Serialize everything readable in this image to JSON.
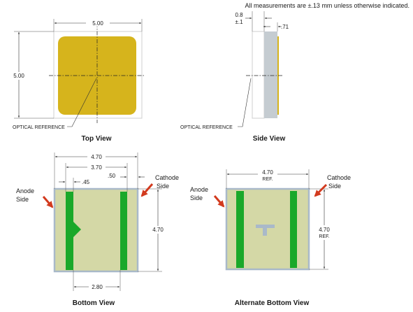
{
  "note": "All measurements are ±.13 mm unless otherwise indicated.",
  "top_view": {
    "title": "Top View",
    "width_dim": "5.00",
    "height_dim": "5.00",
    "optical_reference": "OPTICAL REFERENCE"
  },
  "side_view": {
    "title": "Side View",
    "height_dim_line1": "0.8",
    "height_dim_line2": "±.1",
    "lens_dim": ".71",
    "optical_reference": "OPTICAL REFERENCE"
  },
  "bottom_view": {
    "title": "Bottom View",
    "dim_overall_width": "4.70",
    "dim_inner_width": "3.70",
    "dim_pad_gap": ".50",
    "dim_pad_width": ".45",
    "dim_height": "4.70",
    "dim_bottom": "2.80",
    "anode_line1": "Anode",
    "anode_line2": "Side",
    "cathode_line1": "Cathode",
    "cathode_line2": "Side"
  },
  "alt_bottom_view": {
    "title": "Alternate Bottom View",
    "dim_width_line1": "4.70",
    "dim_width_line2": "REF.",
    "dim_height_line1": "4.70",
    "dim_height_line2": "REF.",
    "anode_line1": "Anode",
    "anode_line2": "Side",
    "cathode_line1": "Cathode",
    "cathode_line2": "Side"
  },
  "colors": {
    "emitter": "#d6b41c",
    "pad_green": "#1aa82a",
    "substrate": "#d4d8a6",
    "package_border": "#a9b9c9",
    "arrow": "#d23a1e",
    "lens": "#c5ccd1"
  }
}
